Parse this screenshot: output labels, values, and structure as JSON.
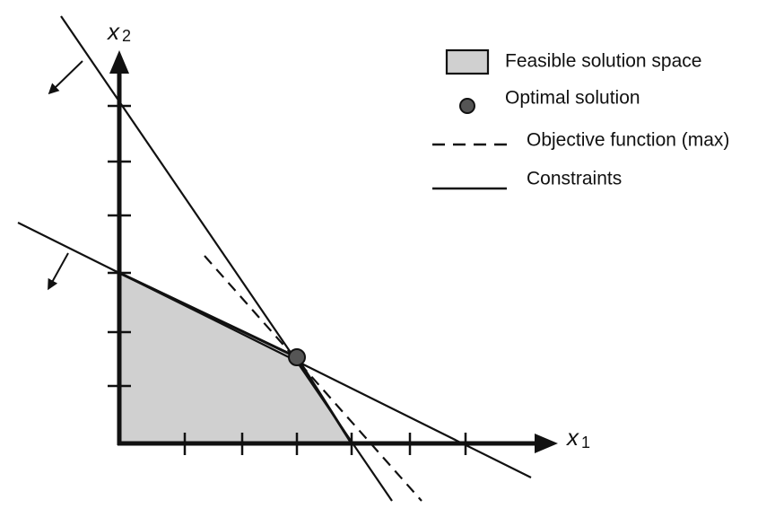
{
  "axes": {
    "x_label": "x",
    "x_subscript": "1",
    "y_label": "x",
    "y_subscript": "2"
  },
  "legend": {
    "feasible_label": "Feasible solution space",
    "optimal_label": "Optimal solution",
    "objective_label": "Objective function (max)",
    "constraints_label": "Constraints"
  },
  "colors": {
    "feasible_fill": "#d0d0d0",
    "optimal_point": "#555555",
    "lines": "#111111"
  }
}
